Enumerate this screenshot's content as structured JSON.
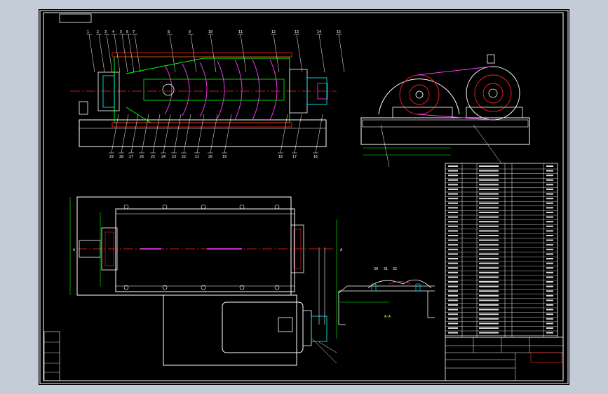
{
  "colors": {
    "viewport_bg": "#c3ccd7",
    "sheet_bg": "#000000",
    "line_white": "#ffffff",
    "line_green": "#00ff00",
    "line_red": "#ff2020",
    "line_magenta": "#ff40ff",
    "line_cyan": "#00ffff",
    "line_yellow": "#ffff00"
  },
  "part_callouts_top": [
    "1",
    "2",
    "3",
    "4",
    "5",
    "6",
    "7",
    "8",
    "9",
    "10",
    "11",
    "12",
    "13",
    "14",
    "15"
  ],
  "part_callouts_bottom": [
    "29",
    "28",
    "27",
    "26",
    "25",
    "24",
    "23",
    "22",
    "21",
    "20",
    "19",
    "18",
    "17",
    "16"
  ],
  "section_label": "A-A",
  "detail_callouts": [
    "30",
    "31",
    "32"
  ],
  "view_marks": {
    "left": "A",
    "right": "A"
  }
}
